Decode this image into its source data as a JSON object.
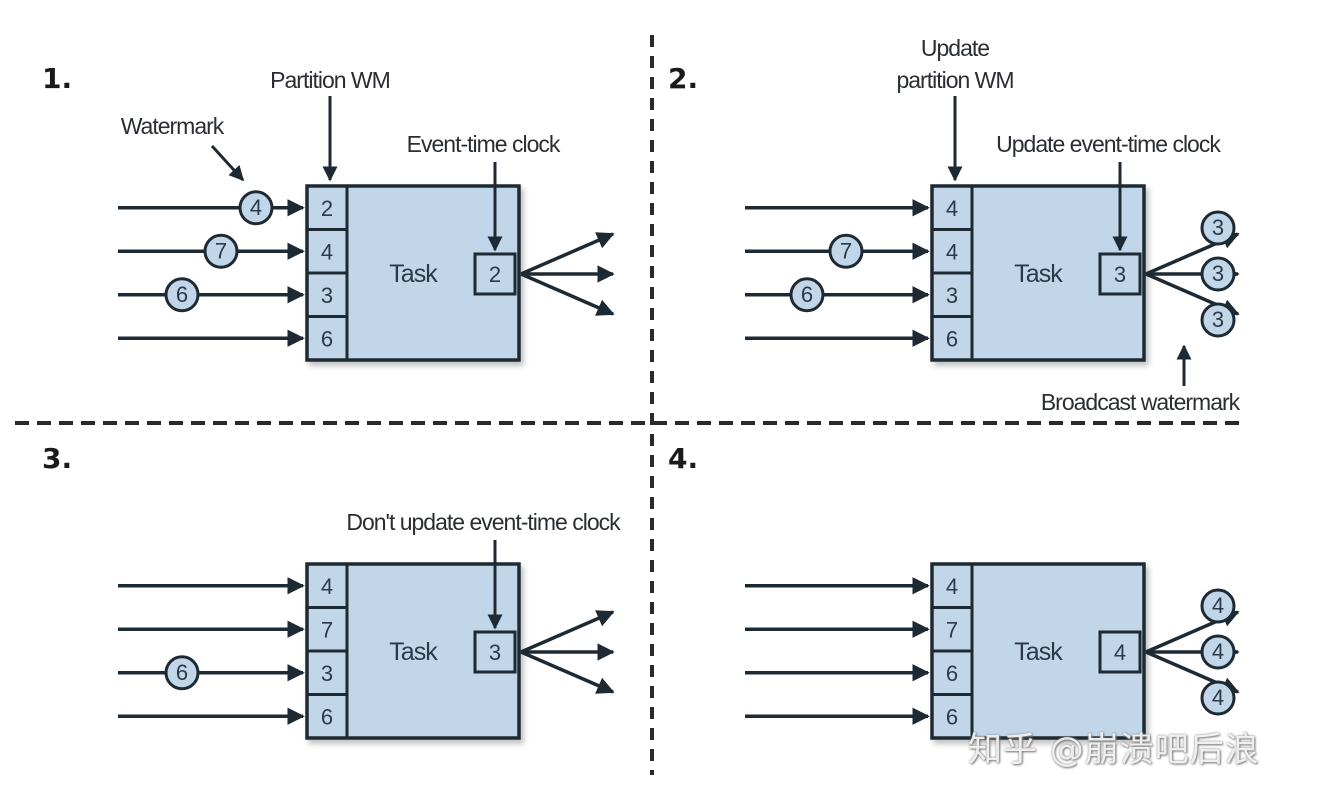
{
  "colors": {
    "box_fill": "#c1d6e9",
    "stroke": "#1e2a33",
    "text": "#2a2e33"
  },
  "panels": [
    {
      "step": "1.",
      "partition_label_lines": [
        "Partition WM"
      ],
      "clock_label": "Event-time clock",
      "watermark_label": "Watermark",
      "task_label": "Task",
      "partitions": [
        "2",
        "4",
        "3",
        "6"
      ],
      "clock": "2",
      "input_watermarks": [
        {
          "row": 0,
          "value": "4"
        },
        {
          "row": 1,
          "value": "7"
        },
        {
          "row": 2,
          "value": "6"
        }
      ],
      "output_watermarks": [],
      "broadcast_label": ""
    },
    {
      "step": "2.",
      "partition_label_lines": [
        "Update",
        "partition WM"
      ],
      "clock_label": "Update event-time clock",
      "watermark_label": "",
      "task_label": "Task",
      "partitions": [
        "4",
        "4",
        "3",
        "6"
      ],
      "clock": "3",
      "input_watermarks": [
        {
          "row": 1,
          "value": "7"
        },
        {
          "row": 2,
          "value": "6"
        }
      ],
      "output_watermarks": [
        "3",
        "3",
        "3"
      ],
      "broadcast_label": "Broadcast watermark"
    },
    {
      "step": "3.",
      "partition_label_lines": [],
      "clock_label": "Don't update event-time clock",
      "watermark_label": "",
      "task_label": "Task",
      "partitions": [
        "4",
        "7",
        "3",
        "6"
      ],
      "clock": "3",
      "input_watermarks": [
        {
          "row": 2,
          "value": "6"
        }
      ],
      "output_watermarks": [],
      "broadcast_label": ""
    },
    {
      "step": "4.",
      "partition_label_lines": [],
      "clock_label": "",
      "watermark_label": "",
      "task_label": "Task",
      "partitions": [
        "4",
        "7",
        "6",
        "6"
      ],
      "clock": "4",
      "input_watermarks": [],
      "output_watermarks": [
        "4",
        "4",
        "4"
      ],
      "broadcast_label": ""
    }
  ],
  "watermark_text": "知乎 @崩溃吧后浪"
}
